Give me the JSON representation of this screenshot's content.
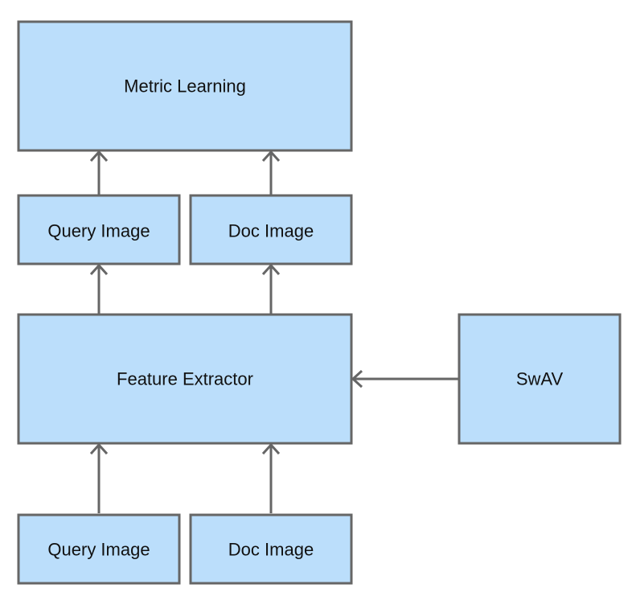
{
  "colors": {
    "node_fill": "#bbdefb",
    "node_stroke": "#666666",
    "edge": "#666666",
    "text": "#111111"
  },
  "nodes": {
    "metric_learning": {
      "label": "Metric Learning"
    },
    "query_image_top": {
      "label": "Query Image"
    },
    "doc_image_top": {
      "label": "Doc Image"
    },
    "feature_extractor": {
      "label": "Feature Extractor"
    },
    "swav": {
      "label": "SwAV"
    },
    "query_image_bottom": {
      "label": "Query Image"
    },
    "doc_image_bottom": {
      "label": "Doc Image"
    }
  },
  "edges": [
    {
      "from": "query_image_bottom",
      "to": "feature_extractor"
    },
    {
      "from": "doc_image_bottom",
      "to": "feature_extractor"
    },
    {
      "from": "swav",
      "to": "feature_extractor"
    },
    {
      "from": "feature_extractor",
      "to": "query_image_top"
    },
    {
      "from": "feature_extractor",
      "to": "doc_image_top"
    },
    {
      "from": "query_image_top",
      "to": "metric_learning"
    },
    {
      "from": "doc_image_top",
      "to": "metric_learning"
    }
  ]
}
